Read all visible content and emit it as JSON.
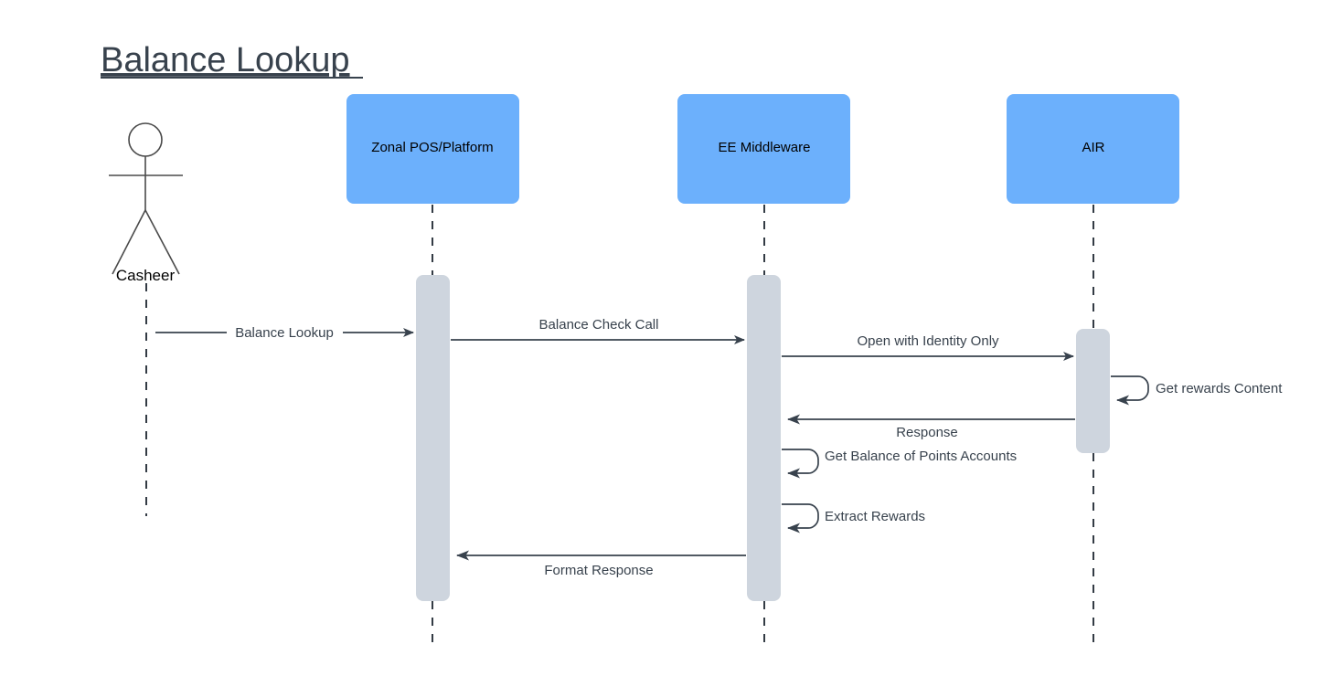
{
  "diagram": {
    "title": "Balance Lookup",
    "type": "sequence-diagram",
    "colors": {
      "participant_fill": "#6cb0fc",
      "activation_fill": "#ced5de",
      "line": "#38424d",
      "title_text": "#38424d",
      "actor_stroke": "#4a4a4a",
      "background": "#ffffff"
    },
    "actor": {
      "name": "Casheer",
      "icon": "stick-figure-icon"
    },
    "participants": [
      {
        "id": "zonal",
        "label": "Zonal POS/Platform"
      },
      {
        "id": "eemw",
        "label": "EE Middleware"
      },
      {
        "id": "air",
        "label": "AIR"
      }
    ],
    "messages": [
      {
        "id": "m1",
        "label": "Balance Lookup",
        "from": "Casheer",
        "to": "Zonal POS/Platform",
        "kind": "call",
        "direction": "right",
        "label_position": "inline"
      },
      {
        "id": "m2",
        "label": "Balance Check Call",
        "from": "Zonal POS/Platform",
        "to": "EE Middleware",
        "kind": "call",
        "direction": "right",
        "label_position": "above"
      },
      {
        "id": "m3",
        "label": "Open with Identity Only",
        "from": "EE Middleware",
        "to": "AIR",
        "kind": "call",
        "direction": "right",
        "label_position": "above"
      },
      {
        "id": "m4",
        "label": "Get rewards Content",
        "from": "AIR",
        "to": "AIR",
        "kind": "self",
        "direction": "self",
        "label_position": "right"
      },
      {
        "id": "m5",
        "label": "Response",
        "from": "AIR",
        "to": "EE Middleware",
        "kind": "return",
        "direction": "left",
        "label_position": "below"
      },
      {
        "id": "m6",
        "label": "Get Balance of Points Accounts",
        "from": "EE Middleware",
        "to": "EE Middleware",
        "kind": "self",
        "direction": "self",
        "label_position": "right"
      },
      {
        "id": "m7",
        "label": "Extract Rewards",
        "from": "EE Middleware",
        "to": "EE Middleware",
        "kind": "self",
        "direction": "self",
        "label_position": "right"
      },
      {
        "id": "m8",
        "label": "Format Response",
        "from": "EE Middleware",
        "to": "Zonal POS/Platform",
        "kind": "return",
        "direction": "left",
        "label_position": "below"
      }
    ]
  }
}
